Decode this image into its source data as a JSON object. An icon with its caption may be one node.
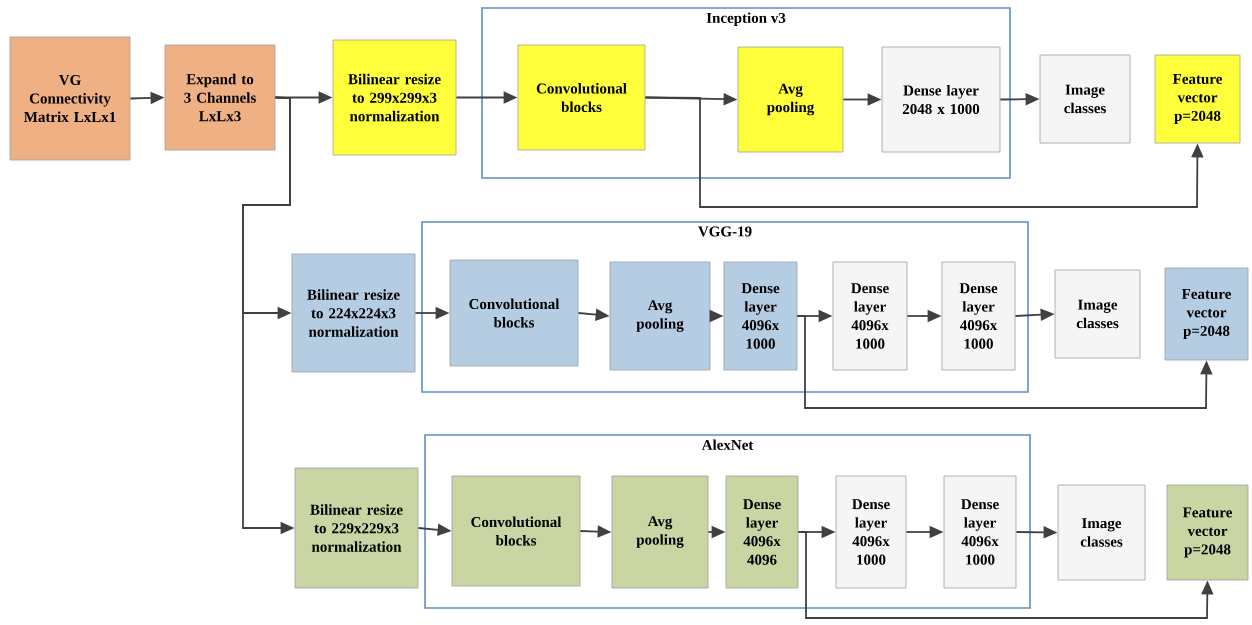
{
  "diagram": {
    "nodes": [
      {
        "text": [
          "VG Connectivity Matrix LxLx1"
        ]
      },
      {
        "text": [
          "Expand to 3 Channels LxLx3"
        ]
      },
      {
        "text": [
          "Bilinear resize to 299x299x3 normalization"
        ]
      },
      {
        "text": [
          "Inception v3"
        ]
      },
      {
        "text": [
          "Convolutional blocks"
        ],
        "in": 3
      },
      {
        "text": [
          "Avg pooling"
        ],
        "in": 3
      },
      {
        "text": [
          "Dense layer 2048 x 1000"
        ],
        "in": 3
      },
      {
        "text": [
          "Image classes"
        ]
      },
      {
        "text": [
          "Feature vector p=2048"
        ]
      },
      {
        "text": [
          "Bilinear resize to 224x224x3 normalization"
        ]
      },
      {
        "text": [
          "VGG-19"
        ]
      },
      {
        "text": [
          "Convolutional blocks"
        ],
        "in": 10
      },
      {
        "text": [
          "Avg pooling"
        ],
        "in": 10
      },
      {
        "text": [
          "Dense layer 4096x 1000"
        ],
        "in": 10
      },
      {
        "text": [
          "Dense layer 4096x 1000"
        ],
        "in": 10
      },
      {
        "text": [
          "Dense layer 4096x 1000"
        ],
        "in": 10
      },
      {
        "text": [
          "Image classes"
        ]
      },
      {
        "text": [
          "Feature vector p=2048"
        ]
      },
      {
        "text": [
          "Bilinear resize to 229x229x3 normalization"
        ]
      },
      {
        "text": [
          "AlexNet"
        ]
      },
      {
        "text": [
          "Convolutional blocks"
        ],
        "in": 19
      },
      {
        "text": [
          "Avg pooling"
        ],
        "in": 19
      },
      {
        "text": [
          "Dense layer 4096x 4096"
        ],
        "in": 19
      },
      {
        "text": [
          "Dense layer 4096x 1000"
        ],
        "in": 19
      },
      {
        "text": [
          "Dense layer 4096x 1000"
        ],
        "in": 19
      },
      {
        "text": [
          "Image classes"
        ]
      },
      {
        "text": [
          "Feature vector p=2048"
        ]
      }
    ],
    "edges": [
      {
        "from": 0,
        "to": 1,
        "arrow": "to"
      },
      {
        "from": 1,
        "to": 2,
        "arrow": "to"
      },
      {
        "from": 1,
        "to": 9,
        "arrow": "to"
      },
      {
        "from": 1,
        "to": 18,
        "arrow": "to"
      },
      {
        "from": 2,
        "to": 4,
        "arrow": "to"
      },
      {
        "from": 4,
        "to": 5,
        "arrow": "to"
      },
      {
        "from": 4,
        "to": 8,
        "arrow": "to"
      },
      {
        "from": 5,
        "to": 6,
        "arrow": "to"
      },
      {
        "from": 6,
        "to": 7,
        "arrow": "to"
      },
      {
        "from": 9,
        "to": 11,
        "arrow": "to"
      },
      {
        "from": 11,
        "to": 12,
        "arrow": "to"
      },
      {
        "from": 12,
        "to": 13,
        "arrow": "to"
      },
      {
        "from": 13,
        "to": 14,
        "arrow": "to"
      },
      {
        "from": 13,
        "to": 17,
        "arrow": "to"
      },
      {
        "from": 14,
        "to": 15,
        "arrow": "to"
      },
      {
        "from": 15,
        "to": 16,
        "arrow": "to"
      },
      {
        "from": 18,
        "to": 20,
        "arrow": "to"
      },
      {
        "from": 20,
        "to": 21,
        "arrow": "to"
      },
      {
        "from": 21,
        "to": 22,
        "arrow": "to"
      },
      {
        "from": 22,
        "to": 23,
        "arrow": "to"
      },
      {
        "from": 22,
        "to": 26,
        "arrow": "to"
      },
      {
        "from": 23,
        "to": 24,
        "arrow": "to"
      },
      {
        "from": 24,
        "to": 25,
        "arrow": "to"
      }
    ]
  }
}
